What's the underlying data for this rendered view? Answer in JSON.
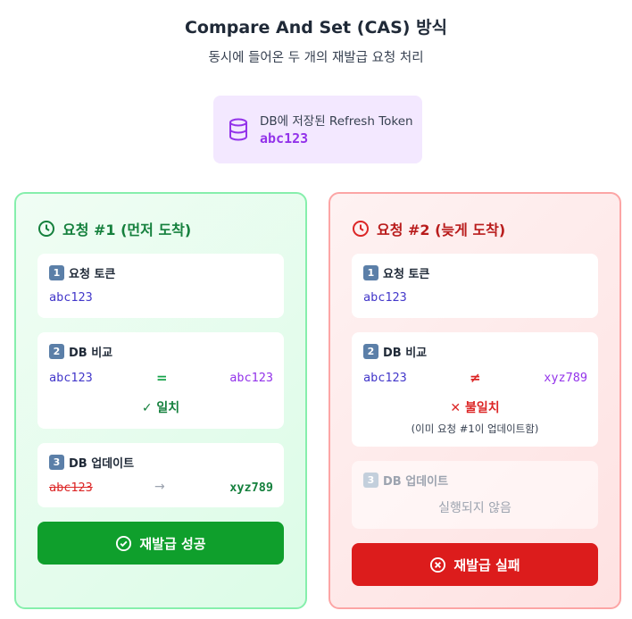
{
  "title": "Compare And Set (CAS) 방식",
  "subtitle": "동시에 들어온 두 개의 재발급 요청 처리",
  "db": {
    "icon": "database-icon",
    "label": "DB에 저장된 Refresh Token",
    "value": "abc123"
  },
  "colors": {
    "success": "#16a34a",
    "failure": "#dc2626",
    "token_blue": "#4338ca",
    "token_purple": "#9333ea"
  },
  "request1": {
    "title": "요청 #1 (먼저 도착)",
    "icon": "clock-icon",
    "step1": {
      "num": "1",
      "label": "요청 토큰",
      "token": "abc123"
    },
    "step2": {
      "num": "2",
      "label": "DB 비교",
      "left": "abc123",
      "op": "=",
      "right": "abc123",
      "result": "✓ 일치"
    },
    "step3": {
      "num": "3",
      "label": "DB 업데이트",
      "old": "abc123",
      "arrow": "→",
      "new": "xyz789"
    },
    "button": {
      "icon": "check-circle-icon",
      "label": "재발급 성공"
    }
  },
  "request2": {
    "title": "요청 #2 (늦게 도착)",
    "icon": "clock-icon",
    "step1": {
      "num": "1",
      "label": "요청 토큰",
      "token": "abc123"
    },
    "step2": {
      "num": "2",
      "label": "DB 비교",
      "left": "abc123",
      "op": "≠",
      "right": "xyz789",
      "result": "✕ 불일치",
      "note": "(이미 요청 #1이 업데이트함)"
    },
    "step3": {
      "num": "3",
      "label": "DB 업데이트",
      "skipped": "실행되지 않음"
    },
    "button": {
      "icon": "x-circle-icon",
      "label": "재발급 실패"
    }
  }
}
